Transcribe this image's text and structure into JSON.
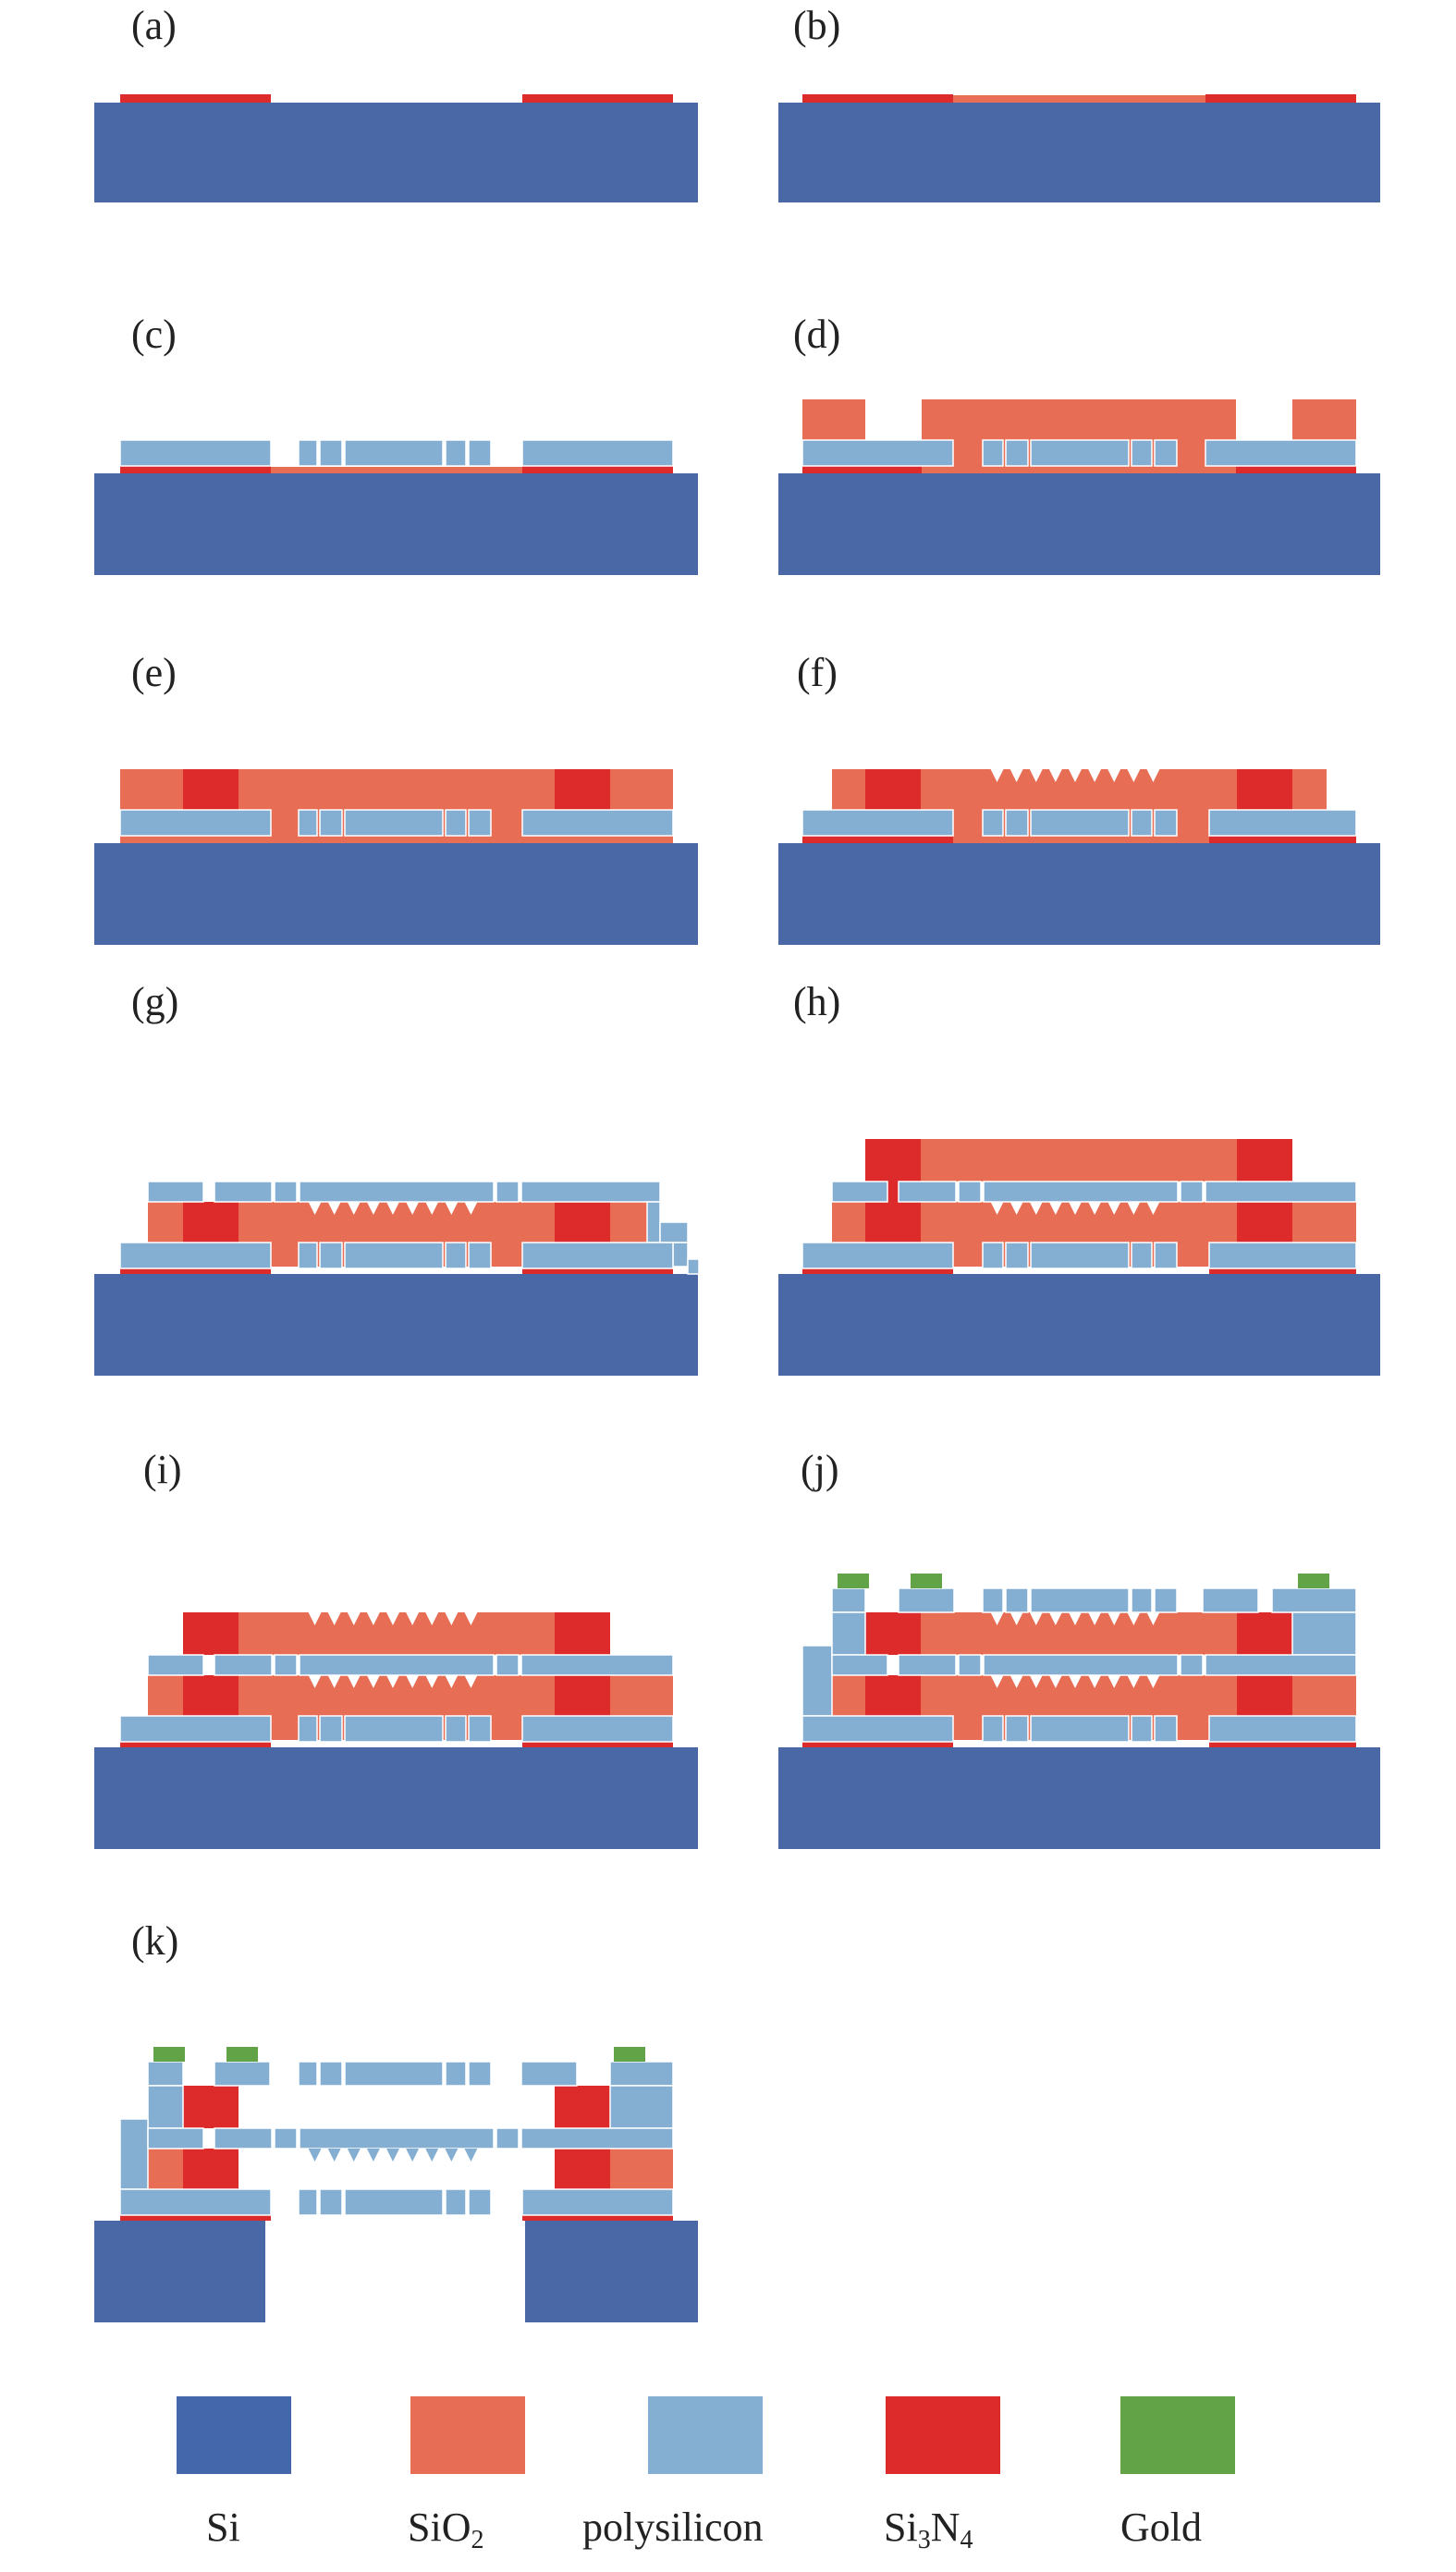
{
  "panels": [
    {
      "id": "a",
      "label": "(a)"
    },
    {
      "id": "b",
      "label": "(b)"
    },
    {
      "id": "c",
      "label": "(c)"
    },
    {
      "id": "d",
      "label": "(d)"
    },
    {
      "id": "e",
      "label": "(e)"
    },
    {
      "id": "f",
      "label": "(f)"
    },
    {
      "id": "g",
      "label": "(g)"
    },
    {
      "id": "h",
      "label": "(h)"
    },
    {
      "id": "i",
      "label": "(i)"
    },
    {
      "id": "j",
      "label": "(j)"
    },
    {
      "id": "k",
      "label": "(k)"
    }
  ],
  "legend": [
    {
      "key": "si",
      "base": "Si",
      "sub1": "",
      "mid": "",
      "sub2": "",
      "color": "#4466AA"
    },
    {
      "key": "sio2",
      "base": "SiO",
      "sub1": "2",
      "mid": "",
      "sub2": "",
      "color": "#E86D55"
    },
    {
      "key": "poly",
      "base": "polysilicon",
      "sub1": "",
      "mid": "",
      "sub2": "",
      "color": "#85AFD2"
    },
    {
      "key": "sin",
      "base": "Si",
      "sub1": "3",
      "mid": "N",
      "sub2": "4",
      "color": "#DD2A2A"
    },
    {
      "key": "gold",
      "base": "Gold",
      "sub1": "",
      "mid": "",
      "sub2": "",
      "color": "#62A347"
    }
  ],
  "colors": {
    "si": "#4A68A6",
    "sio2": "#E86D55",
    "poly": "#85AFD2",
    "sin": "#DD2A2A",
    "gold": "#62A347"
  }
}
